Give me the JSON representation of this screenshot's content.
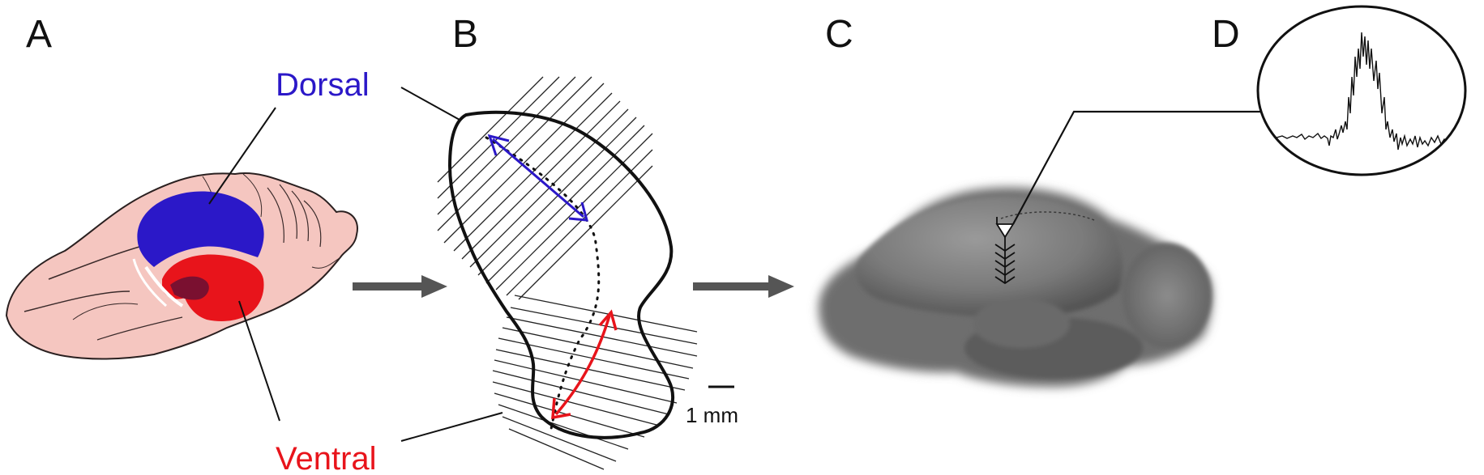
{
  "panels": {
    "a": "A",
    "b": "B",
    "c": "C",
    "d": "D"
  },
  "labels": {
    "dorsal": "Dorsal",
    "ventral": "Ventral",
    "scale_bar": "1 mm"
  },
  "colors": {
    "dorsal": "#2b18c8",
    "ventral": "#e8141b",
    "brain_pink": "#f5c6c0",
    "arrow_gray": "#555555",
    "outline": "#111111"
  },
  "icons": {
    "process_arrow": "right-arrow",
    "electrode": "electrode-icon"
  }
}
